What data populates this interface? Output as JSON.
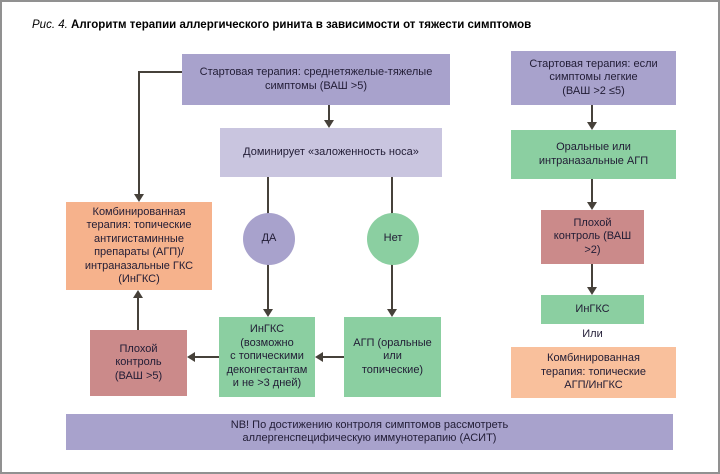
{
  "figure": {
    "label": "Рис. 4.",
    "title": "Алгоритм терапии аллергического ринита в зависимости от тяжести симптомов"
  },
  "colors": {
    "lavender": "#a8a2cc",
    "lavender_light": "#c9c5df",
    "green": "#8bcfa1",
    "rose": "#cb8a8a",
    "orange_left": "#f6b28c",
    "orange_right": "#f9c09c",
    "connector": "#46413a",
    "text": "#211c35",
    "frame_border": "#919191"
  },
  "nodes": {
    "start_severe": "Стартовая терапия: среднетяжелые-тяжелые\nсимптомы (ВАШ >5)",
    "start_mild": "Стартовая терапия: если\nсимптомы легкие\n(ВАШ >2 ≤5)",
    "congestion": "Доминирует «заложенность носа»",
    "yes": "ДА",
    "no": "Нет",
    "combined_left": "Комбинированная\nтерапия: топические\nантигистаминные\nпрепараты (АГП)/\nинтраназальные ГКС\n(ИнГКС)",
    "poor_control_left": "Плохой\nконтроль\n(ВАШ >5)",
    "ingks_mid": "ИнГКС\n(возможно\nс топическими\nдеконгестантам\nи не >3 дней)",
    "agp_mid": "АГП (оральные\nили\nтопические)",
    "oral_agp_right": "Оральные или\nинтраназальные АГП",
    "poor_control_right": "Плохой\nконтроль (ВАШ\n>2)",
    "ingks_right": "ИнГКС",
    "or_label": "Или",
    "combined_right": "Комбинированная\nтерапия: топические\nАГП/ИнГКС",
    "nb_banner": "NB! По достижению контроля симптомов рассмотреть\nаллергенспецифическую иммунотерапию (АСИТ)"
  },
  "edges": [
    {
      "from": "start_severe",
      "to": "congestion"
    },
    {
      "from": "start_severe",
      "to": "combined_left"
    },
    {
      "from": "congestion",
      "via": "yes",
      "to": "ingks_mid"
    },
    {
      "from": "congestion",
      "via": "no",
      "to": "agp_mid"
    },
    {
      "from": "agp_mid",
      "to": "ingks_mid"
    },
    {
      "from": "ingks_mid",
      "to": "poor_control_left"
    },
    {
      "from": "poor_control_left",
      "to": "combined_left"
    },
    {
      "from": "start_mild",
      "to": "oral_agp_right"
    },
    {
      "from": "oral_agp_right",
      "to": "poor_control_right"
    },
    {
      "from": "poor_control_right",
      "to": "ingks_right"
    },
    {
      "from": "ingks_right",
      "or": "combined_right"
    }
  ]
}
